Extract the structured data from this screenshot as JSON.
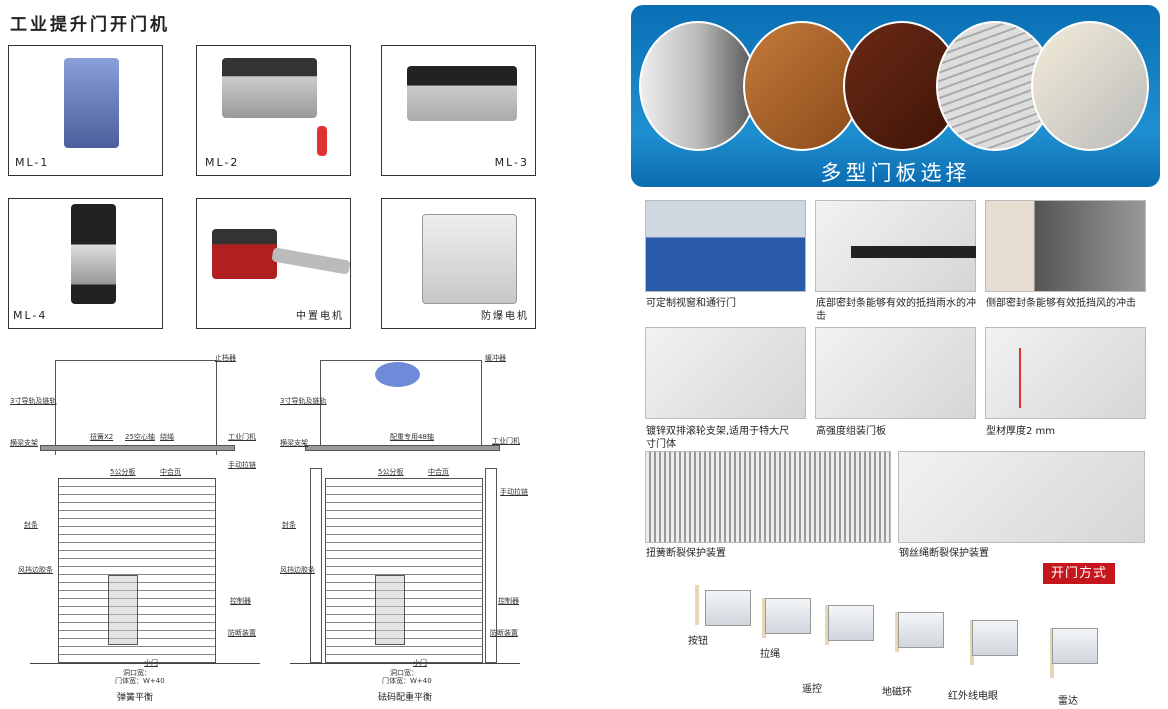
{
  "left": {
    "title": "工业提升门开门机",
    "products": [
      {
        "label": "ML-1"
      },
      {
        "label": "ML-2"
      },
      {
        "label": "ML-3"
      },
      {
        "label": "ML-4"
      },
      {
        "label": "中置电机"
      },
      {
        "label": "防爆电机"
      }
    ],
    "drawings": [
      {
        "caption": "弹簧平衡",
        "width_label": "洞口宽：",
        "door_width": "门体宽：W+40",
        "labels": {
          "top": "止档器",
          "rail": "3寸导轨及链轨",
          "bracket": "横梁支架",
          "spring": "扭簧X2",
          "shaft": "25空心轴",
          "drum": "绕绳",
          "motor": "工业门机",
          "panel": "5公分板",
          "hinge": "中合页",
          "guide": "手动拉链",
          "seal": "封条",
          "side": "风挡边胶条",
          "control": "控制器",
          "safety": "防断装置",
          "door": "小门"
        }
      },
      {
        "caption": "砝码配重平衡",
        "width_label": "洞口宽：",
        "door_width": "门体宽：W+40",
        "labels": {
          "top": "缓冲器",
          "rail": "3寸导轨及链轨",
          "bracket": "横梁支架",
          "shaft": "配重专用48轴",
          "motor": "工业门机",
          "panel": "5公分板",
          "hinge": "中合页",
          "guide": "手动拉链",
          "seal": "封条",
          "side": "风挡边胶条",
          "control": "控制器",
          "safety": "防断装置",
          "door": "小门"
        }
      }
    ]
  },
  "right": {
    "banner": "多型门板选择",
    "features": [
      {
        "caption": "可定制视窗和通行门"
      },
      {
        "caption": "底部密封条能够有效的抵挡雨水的冲击"
      },
      {
        "caption": "侧部密封条能够有效抵挡风的冲击"
      },
      {
        "caption": "镀锌双排滚轮支架,适用于特大尺寸门体"
      },
      {
        "caption": "高强度组装门板"
      },
      {
        "caption": "型材厚度2 mm"
      },
      {
        "caption": "扭簧断裂保护装置"
      },
      {
        "caption": "钢丝绳断裂保护装置"
      }
    ],
    "opening": {
      "title": "开门方式",
      "methods": [
        "按钮",
        "拉绳",
        "遥控",
        "地磁环",
        "红外线电眼",
        "雷达"
      ]
    },
    "colors": {
      "banner": "#1e8fd0",
      "badge": "#c4161c"
    }
  }
}
